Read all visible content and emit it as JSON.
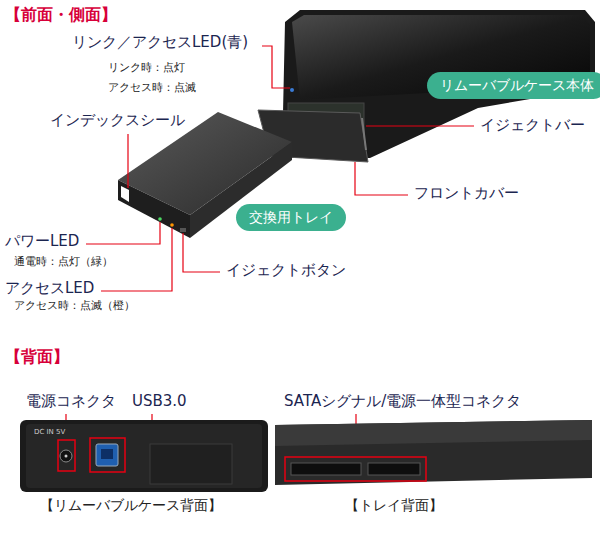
{
  "diagram": {
    "nodes": [
      {
        "text": [
          "リムーバブルケース本体"
        ]
      },
      {
        "text": [
          "交換用トレイ"
        ]
      }
    ],
    "labels": [
      "【前面・側面】",
      "リンク／アクセスLED(青)",
      "リンク時：点灯",
      "アクセス時：点滅",
      "インデックスシール",
      "イジェクトバー",
      "フロントカバー",
      "パワーLED",
      "通電時：点灯（緑）",
      "アクセスLED",
      "アクセス時：点滅（橙）",
      "イジェクトボタン",
      "【背面】",
      "電源コネクタ",
      "USB3.0",
      "SATAシグナル/電源一体型コネクタ",
      "DC IN 5V",
      "【リムーバブルケース背面】",
      "【トレイ背面】"
    ]
  }
}
